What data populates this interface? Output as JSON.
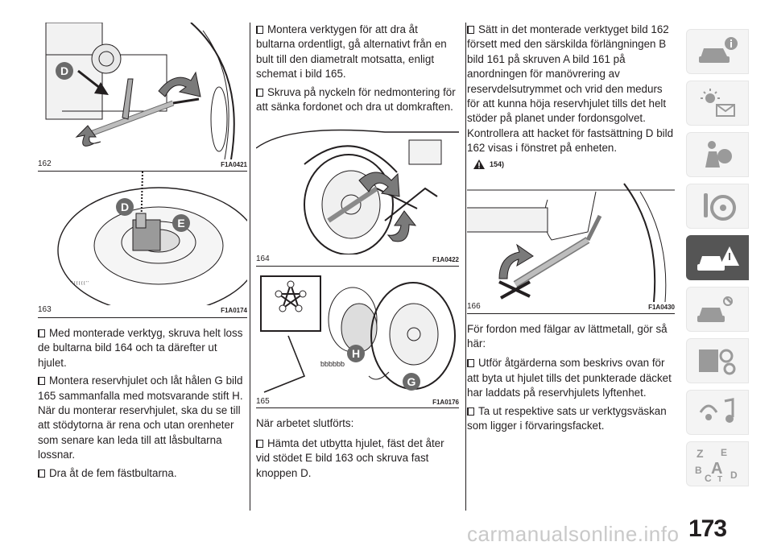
{
  "figures": {
    "f162": {
      "num": "162",
      "code": "F1A0421"
    },
    "f163": {
      "num": "163",
      "code": "F1A0174"
    },
    "f164": {
      "num": "164",
      "code": "F1A0422"
    },
    "f165": {
      "num": "165",
      "code": "F1A0176"
    },
    "f166": {
      "num": "166",
      "code": "F1A0430"
    }
  },
  "callouts": {
    "d": "D",
    "e": "E",
    "h": "H",
    "g": "G"
  },
  "col1": {
    "p1": "Med monterade verktyg, skruva helt loss de bultarna bild 164 och ta därefter ut hjulet.",
    "p2": "Montera reservhjulet och låt hålen G bild 165 sammanfalla med motsvarande stift H. När du monterar reservhjulet, ska du se till att stödytorna är rena och utan orenheter som senare kan leda till att låsbultarna lossnar.",
    "p3": "Dra åt de fem fästbultarna."
  },
  "col2": {
    "p1": "Montera verktygen för att dra åt bultarna ordentligt, gå alternativt från en bult till den diametralt motsatta, enligt schemat i bild 165.",
    "p2": "Skruva på nyckeln för nedmontering för att sänka fordonet och dra ut domkraften.",
    "p3": "När arbetet slutförts:",
    "p4": "Hämta det utbytta hjulet, fäst det åter vid stödet E bild 163 och skruva fast knoppen D."
  },
  "col3": {
    "p1": "Sätt in det monterade verktyget bild 162 försett med den särskilda förlängningen B bild 161 på skruven A bild 161 på anordningen för manövrering av reservdelsutrymmet och vrid den medurs för att kunna höja reservhjulet tills det helt stöder på planet under fordonsgolvet. Kontrollera att hacket för fastsättning D bild 162 visas i fönstret på enheten.",
    "warning": "154)",
    "p2": "För fordon med fälgar av lättmetall, gör så här:",
    "p3": "Utför åtgärderna som beskrivs ovan för att byta ut hjulet tills det punkterade däcket har laddats på reservhjulets lyftenhet.",
    "p4": "Ta ut respektive sats ur verktygsväskan som ligger i förvaringsfacket."
  },
  "page_number": "173",
  "watermark": "carmanualsonline.info",
  "sidebar": {
    "icons": [
      "car-info-icon",
      "warning-lights-icon",
      "airbag-safety-icon",
      "steering-wheel-icon",
      "breakdown-icon",
      "service-maintenance-icon",
      "technical-data-icon",
      "multimedia-icon",
      "index-icon"
    ],
    "active_index": 4,
    "index_letters": [
      "Z",
      "E",
      "B",
      "A",
      "C",
      "T",
      "D"
    ]
  }
}
